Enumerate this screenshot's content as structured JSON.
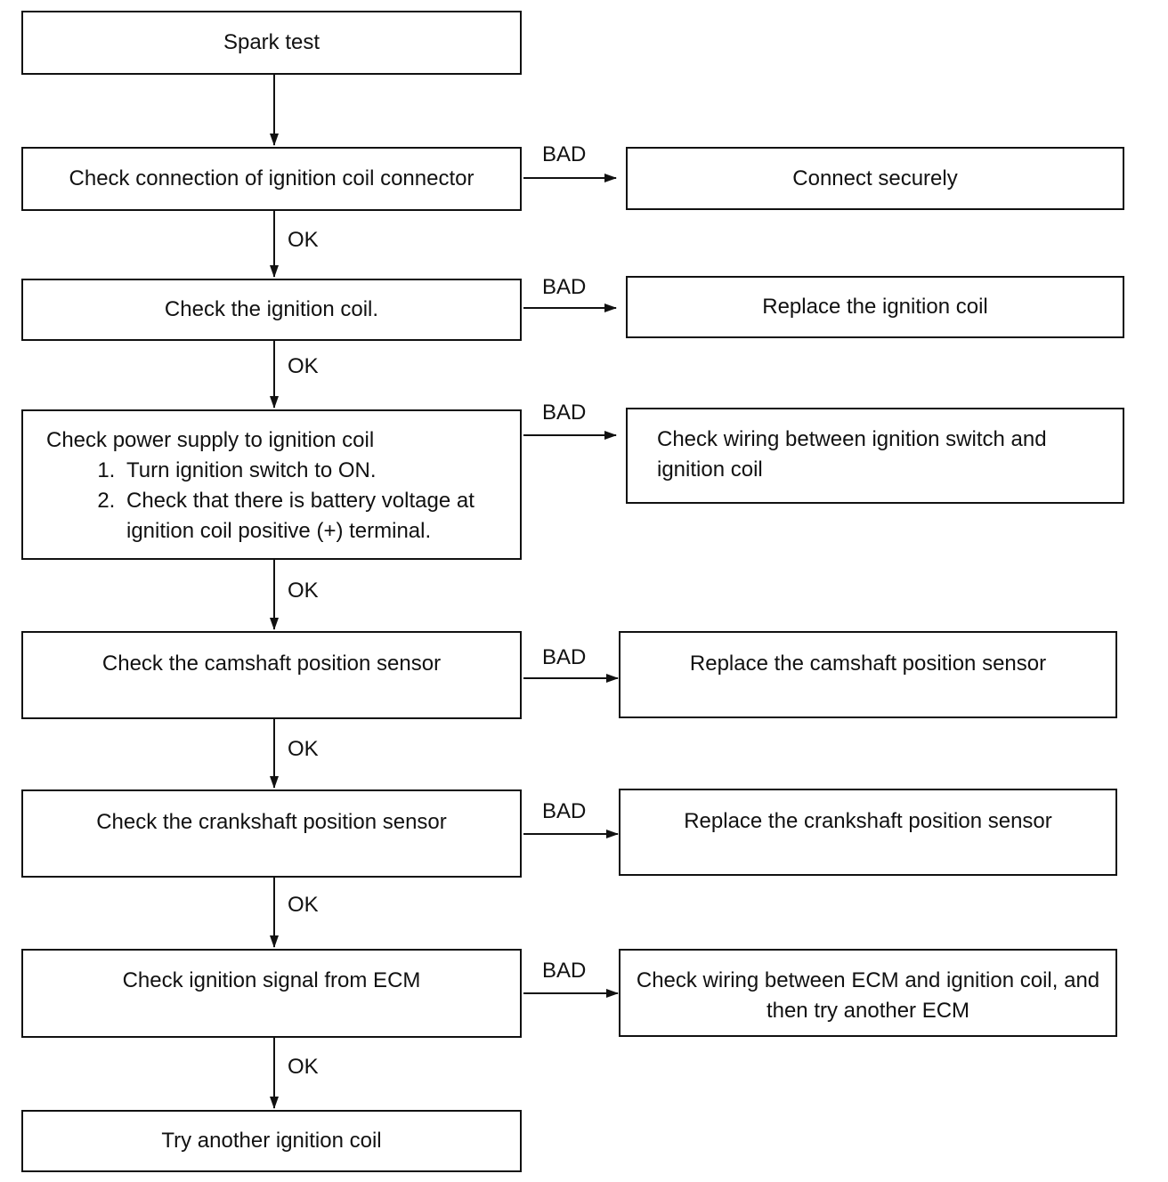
{
  "nodes": {
    "spark_test": "Spark test",
    "check_connector": "Check connection of ignition coil connector",
    "connect_securely": "Connect securely",
    "check_coil": "Check the ignition coil.",
    "replace_coil": "Replace the ignition coil",
    "check_power": {
      "title": "Check power supply to ignition coil",
      "steps": [
        "Turn ignition switch to ON.",
        "Check that there is battery voltage at ignition coil positive (+) terminal."
      ]
    },
    "check_wiring_switch": "Check wiring between ignition switch and ignition coil",
    "check_camshaft": "Check the camshaft position sensor",
    "replace_camshaft": "Replace the camshaft position sensor",
    "check_crankshaft": "Check the crankshaft position sensor",
    "replace_crankshaft": "Replace the crankshaft position sensor",
    "check_signal": "Check ignition signal from ECM",
    "check_wiring_ecm": "Check wiring between ECM and ignition coil, and then try another ECM",
    "try_coil": "Try another ignition coil"
  },
  "labels": {
    "ok": "OK",
    "bad": "BAD"
  }
}
